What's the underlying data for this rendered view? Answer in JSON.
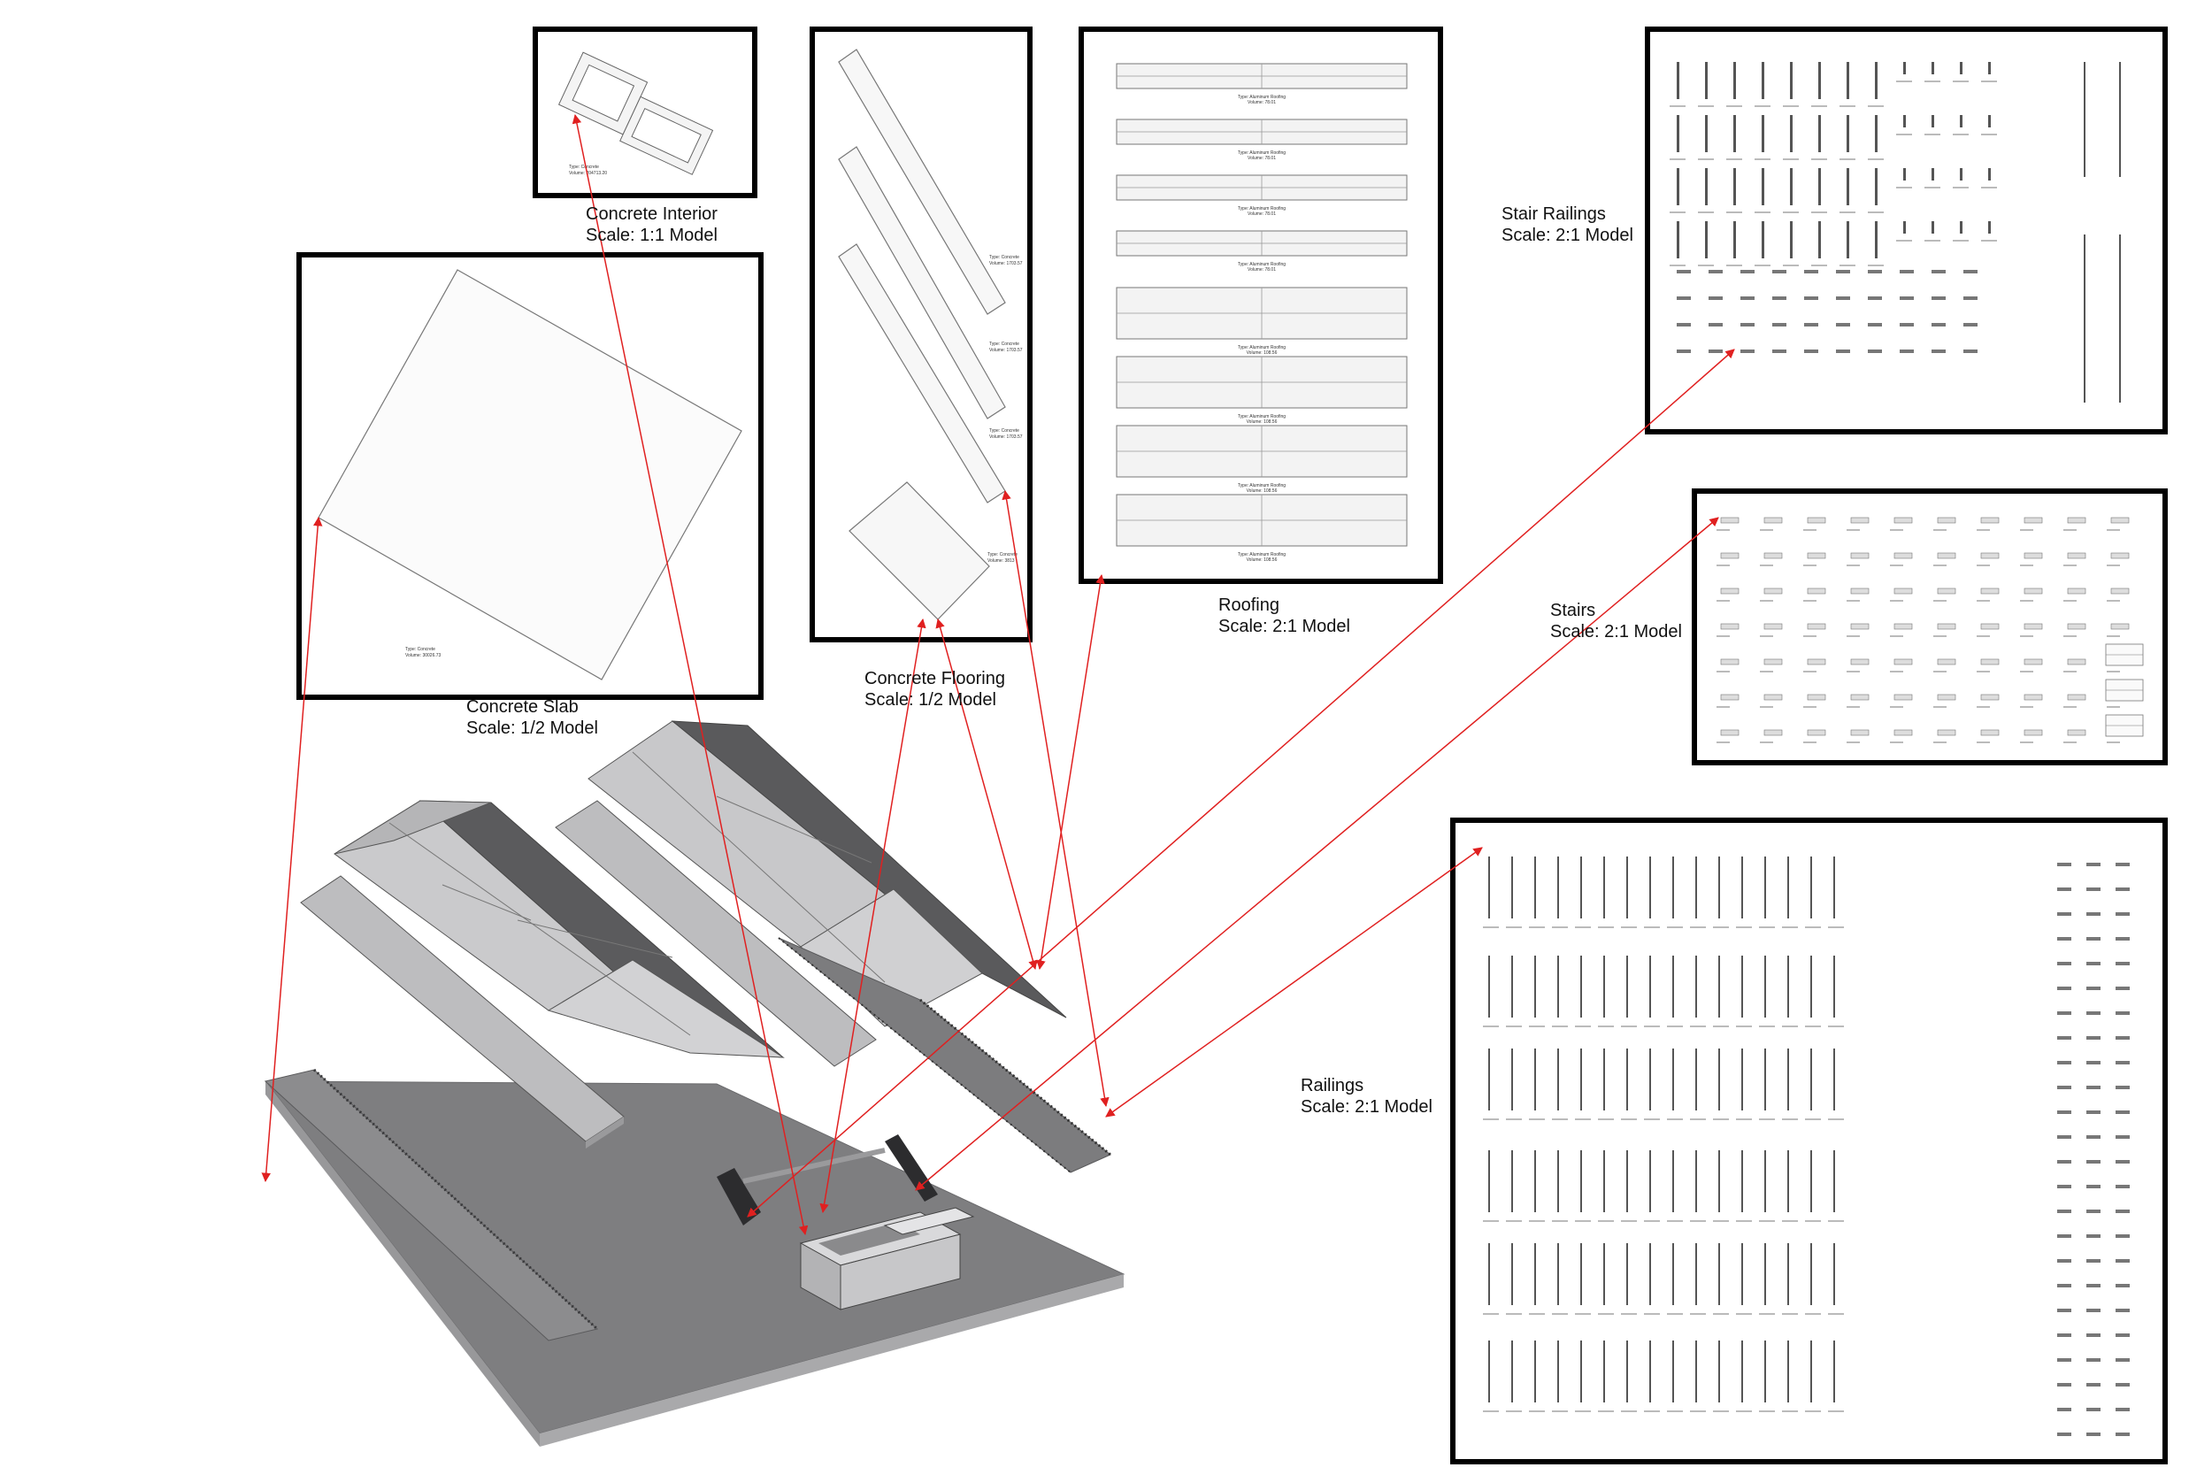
{
  "panels": {
    "concrete_interior": {
      "title": "Concrete Interior",
      "scale": "Scale: 1:1 Model",
      "tag_type": "Type: Concrete",
      "tag_volume": "Volume: 204713.20"
    },
    "concrete_slab": {
      "title": "Concrete Slab",
      "scale": "Scale: 1/2 Model",
      "tag_type": "Type: Concrete",
      "tag_volume": "Volume: 30026.73"
    },
    "concrete_flooring": {
      "title": "Concrete Flooring",
      "scale": "Scale: 1/2 Model",
      "tags": [
        {
          "type": "Type: Concrete",
          "volume": "Volume: 1703.57"
        },
        {
          "type": "Type: Concrete",
          "volume": "Volume: 1703.57"
        },
        {
          "type": "Type: Concrete",
          "volume": "Volume: 1703.57"
        },
        {
          "type": "Type: Concrete",
          "volume": "Volume: 3813"
        }
      ]
    },
    "roofing": {
      "title": "Roofing",
      "scale": "Scale: 2:1 Model",
      "tags": [
        {
          "type": "Type: Aluminum Roofing",
          "volume": "Volume: 78.01"
        },
        {
          "type": "Type: Aluminum Roofing",
          "volume": "Volume: 78.01"
        },
        {
          "type": "Type: Aluminum Roofing",
          "volume": "Volume: 78.01"
        },
        {
          "type": "Type: Aluminum Roofing",
          "volume": "Volume: 78.01"
        },
        {
          "type": "Type: Aluminum Roofing",
          "volume": "Volume: 108.56"
        },
        {
          "type": "Type: Aluminum Roofing",
          "volume": "Volume: 108.56"
        },
        {
          "type": "Type: Aluminum Roofing",
          "volume": "Volume: 108.56"
        },
        {
          "type": "Type: Aluminum Roofing",
          "volume": "Volume: 108.56"
        }
      ]
    },
    "stair_railings": {
      "title": "Stair Railings",
      "scale": "Scale: 2:1 Model"
    },
    "stairs": {
      "title": "Stairs",
      "scale": "Scale: 2:1 Model"
    },
    "railings": {
      "title": "Railings",
      "scale": "Scale: 2:1 Model"
    }
  },
  "colors": {
    "frame": "#000000",
    "leader": "#e02020",
    "slab_top": "#7e7e80",
    "slab_side": "#8e8e90",
    "roof_light": "#c4c4c6",
    "roof_dark": "#5d5d5f",
    "part_fill": "#f0f0f0",
    "part_stroke": "#555555"
  }
}
